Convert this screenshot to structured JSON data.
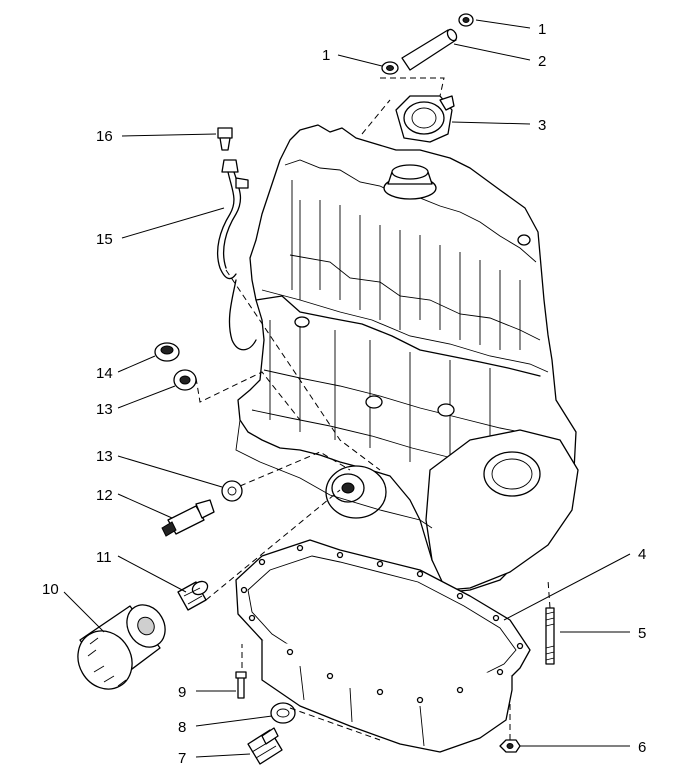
{
  "callouts": {
    "c1a": "1",
    "c1b": "1",
    "c2": "2",
    "c3": "3",
    "c4": "4",
    "c5": "5",
    "c6": "6",
    "c7": "7",
    "c8": "8",
    "c9": "9",
    "c10": "10",
    "c11": "11",
    "c12": "12",
    "c13a": "13",
    "c13b": "13",
    "c14": "14",
    "c15": "15",
    "c16": "16"
  }
}
